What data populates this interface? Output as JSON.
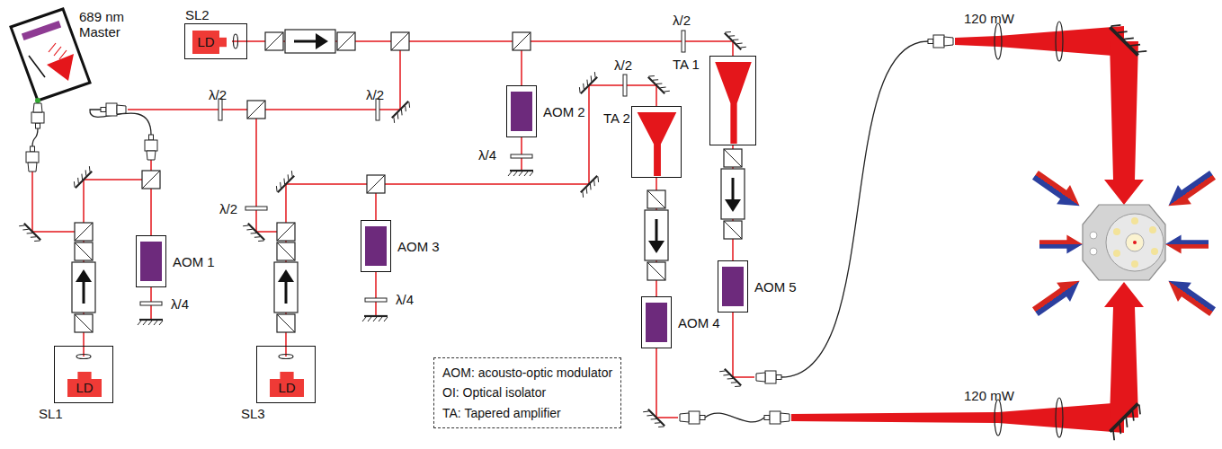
{
  "diagram": {
    "nodes": [
      {
        "text": [
          "689 nm Master"
        ]
      },
      {
        "text": [
          "SL2"
        ]
      },
      {
        "text": [
          "LD"
        ],
        "in": 1
      },
      {
        "text": [
          "AOM 2"
        ]
      },
      {
        "text": [
          "TA 2"
        ]
      },
      {
        "text": [
          "TA 1"
        ]
      },
      {
        "text": [
          "AOM 1"
        ]
      },
      {
        "text": [
          "AOM 3"
        ]
      },
      {
        "text": [
          "AOM 5"
        ]
      },
      {
        "text": [
          "AOM 4"
        ]
      },
      {
        "text": [
          "SL1"
        ]
      },
      {
        "text": [
          "LD"
        ],
        "in": 10
      },
      {
        "text": [
          "SL3"
        ]
      },
      {
        "text": [
          "LD"
        ],
        "in": 12
      },
      {
        "text": [
          "AOM: acousto-optic modulator",
          "OI: Optical isolator",
          "TA: Tapered amplifier"
        ]
      }
    ],
    "edges": [
      {
        "from": 4,
        "to": 9,
        "arrow": "none"
      },
      {
        "from": 5,
        "to": 8,
        "arrow": "none"
      }
    ],
    "labels": [
      "λ/2",
      "λ/2",
      "λ/2",
      "λ/2",
      "λ/2",
      "λ/4",
      "λ/4",
      "λ/4",
      "120 mW",
      "120 mW"
    ]
  }
}
